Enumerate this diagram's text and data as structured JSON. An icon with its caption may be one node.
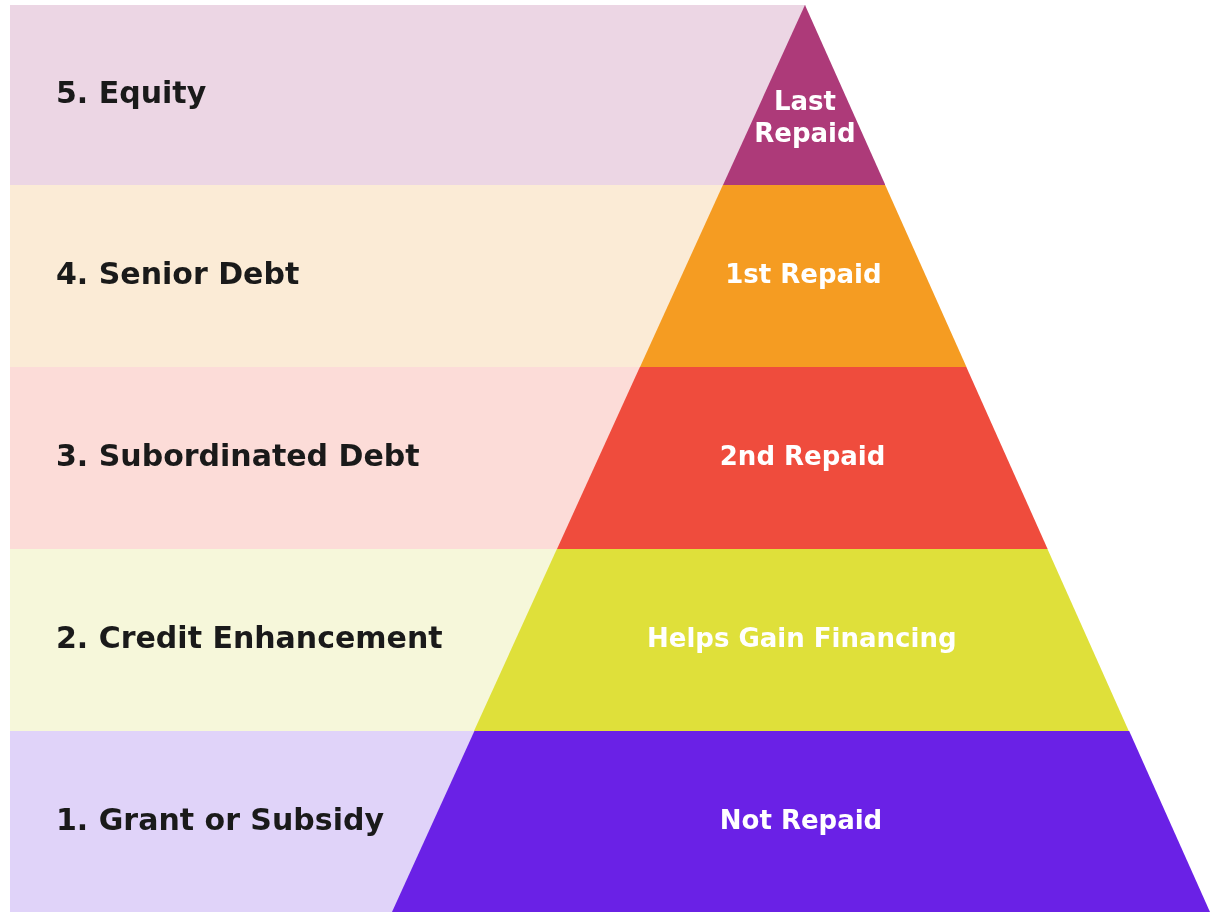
{
  "diagram": {
    "nodes": [
      {
        "text": [
          "5. Equity"
        ]
      },
      {
        "text": [
          "Last Repaid"
        ]
      },
      {
        "text": [
          "4. Senior Debt"
        ]
      },
      {
        "text": [
          "1st Repaid"
        ]
      },
      {
        "text": [
          "3. Subordinated Debt"
        ]
      },
      {
        "text": [
          "2nd Repaid"
        ]
      },
      {
        "text": [
          "2. Credit Enhancement"
        ]
      },
      {
        "text": [
          "Helps Gain Financing"
        ]
      },
      {
        "text": [
          "1. Grant or Subsidy"
        ]
      },
      {
        "text": [
          "Not Repaid"
        ]
      }
    ]
  }
}
